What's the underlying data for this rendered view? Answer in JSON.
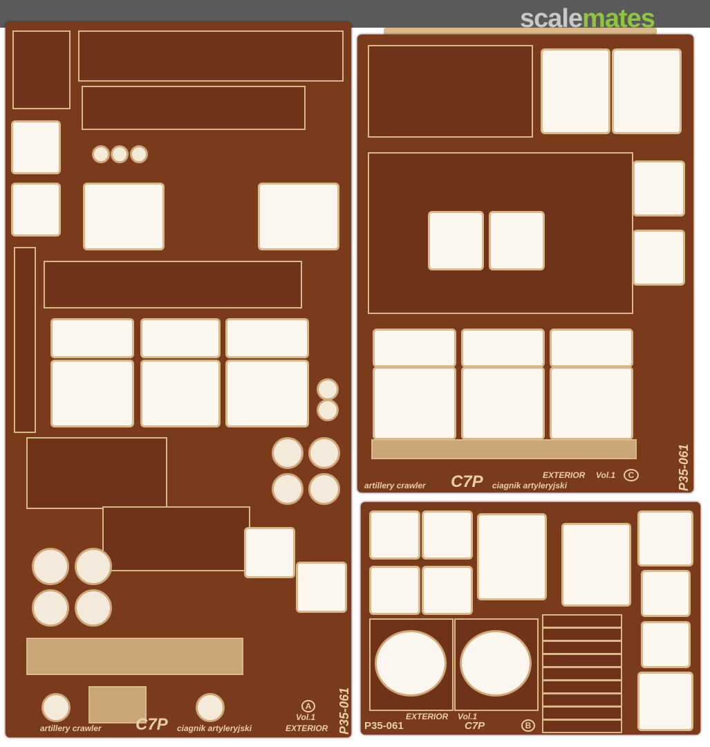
{
  "watermark": {
    "part1": "scale",
    "part2": "mates"
  },
  "fret_a": {
    "title": "artillery crawler",
    "model": "C7P",
    "subtitle": "ciagnik artyleryjski",
    "series": "EXTERIOR",
    "volume": "Vol.1",
    "letter": "A",
    "code": "P35-061"
  },
  "fret_c": {
    "title": "artillery crawler",
    "model": "C7P",
    "subtitle": "ciagnik artyleryjski",
    "series": "EXTERIOR",
    "volume": "Vol.1",
    "letter": "C",
    "code": "P35-061"
  },
  "fret_b": {
    "series": "EXTERIOR",
    "volume": "Vol.1",
    "model": "C7P",
    "letter": "B",
    "code": "P35-061"
  },
  "colors": {
    "brass": "#7a3a1c",
    "etch": "#d9b88a"
  }
}
